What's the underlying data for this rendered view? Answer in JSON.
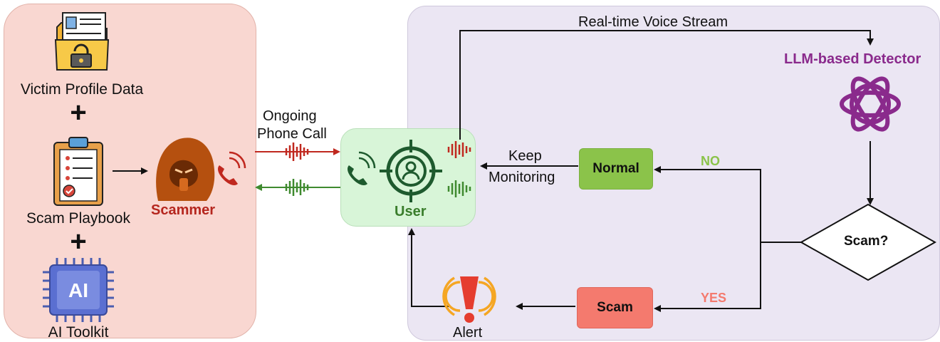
{
  "left_panel": {
    "victim_label": "Victim Profile Data",
    "plus1": "+",
    "playbook_label": "Scam Playbook",
    "plus2": "+",
    "toolkit_label": "AI Toolkit",
    "toolkit_icon_text": "AI",
    "scammer_label": "Scammer"
  },
  "call": {
    "label_line1": "Ongoing",
    "label_line2": "Phone Call"
  },
  "user": {
    "label": "User"
  },
  "detector": {
    "stream_label": "Real-time Voice Stream",
    "title": "LLM-based Detector",
    "decision": "Scam?",
    "no_label": "NO",
    "yes_label": "YES",
    "normal_label": "Normal",
    "scam_label": "Scam",
    "keep_line1": "Keep",
    "keep_line2": "Monitoring",
    "alert_label": "Alert"
  },
  "colors": {
    "scammer": "#b5261e",
    "user": "#3a7d2c",
    "detector_title": "#8a2a8c",
    "no": "#8bc34a",
    "yes": "#f47a6e",
    "red_wave": "#c0281f",
    "green_wave": "#3f8a2f"
  }
}
